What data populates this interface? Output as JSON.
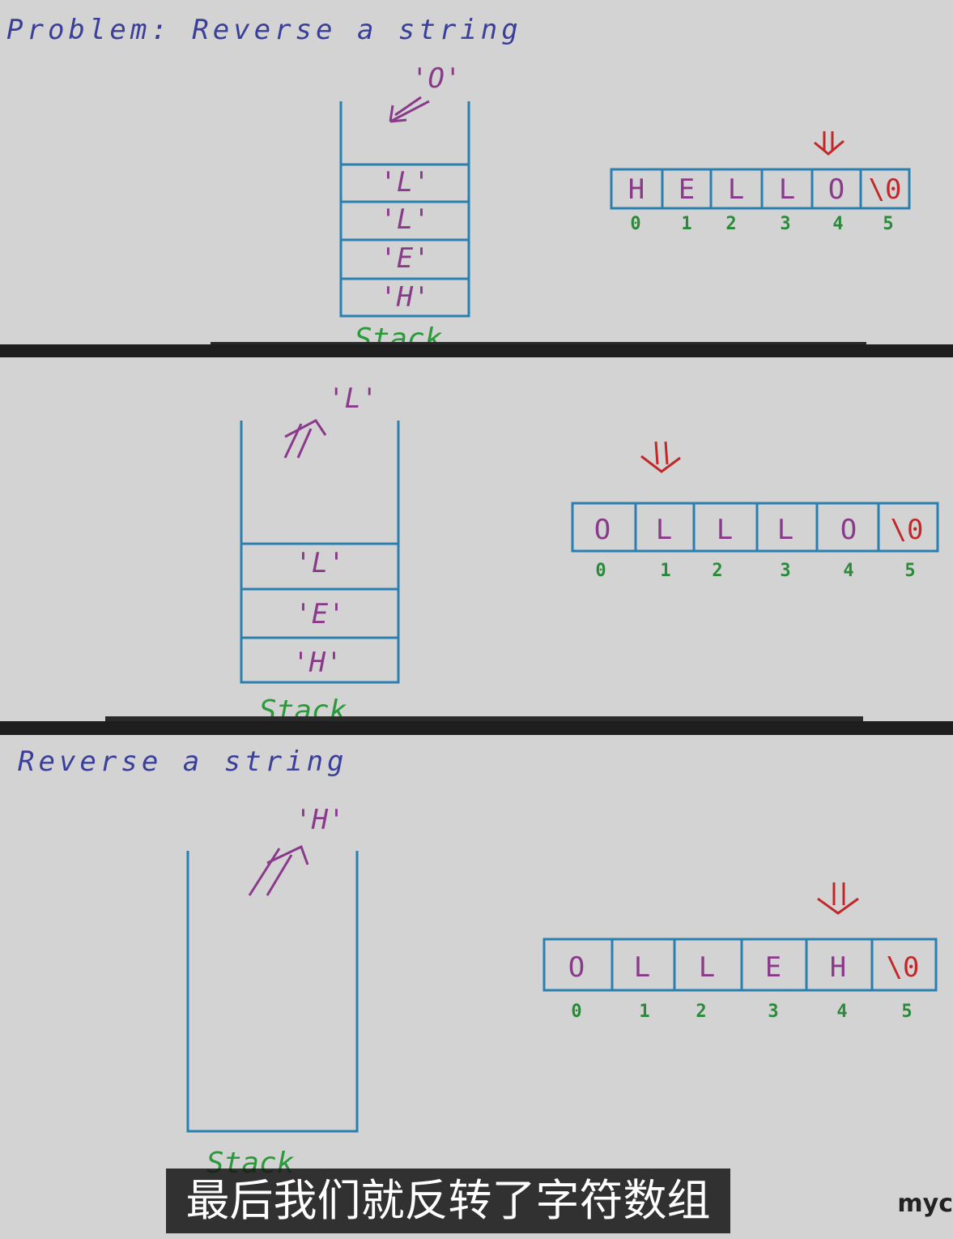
{
  "panels": [
    {
      "title": "Problem: Reverse a string",
      "moving_char": "'O'",
      "array": [
        "H",
        "E",
        "L",
        "L",
        "O",
        "\\0"
      ],
      "indices": [
        "0",
        "1",
        "2",
        "3",
        "4",
        "5"
      ],
      "pointer_index": 4,
      "stack": [
        "'L'",
        "'L'",
        "'E'",
        "'H'"
      ],
      "stack_label": "Stack"
    },
    {
      "moving_char": "'L'",
      "array": [
        "O",
        "L",
        "L",
        "L",
        "O",
        "\\0"
      ],
      "indices": [
        "0",
        "1",
        "2",
        "3",
        "4",
        "5"
      ],
      "pointer_index": 1,
      "stack": [
        "'L'",
        "'E'",
        "'H'"
      ],
      "stack_label": "Stack"
    },
    {
      "title": "Reverse a string",
      "moving_char": "'H'",
      "array": [
        "O",
        "L",
        "L",
        "E",
        "H",
        "\\0"
      ],
      "indices": [
        "0",
        "1",
        "2",
        "3",
        "4",
        "5"
      ],
      "pointer_index": 4,
      "stack": [],
      "stack_label": "Stack"
    }
  ],
  "colors": {
    "stack_outline": "#2a7fb0",
    "array_outline": "#2a7fb0",
    "char": "#8a3a8a",
    "pointer": "#c0282a",
    "index": "#2a8a3a",
    "title": "#3a3f9a",
    "label": "#2a9a3a"
  },
  "subtitle": "最后我们就反转了字符数组",
  "watermark": "myc"
}
